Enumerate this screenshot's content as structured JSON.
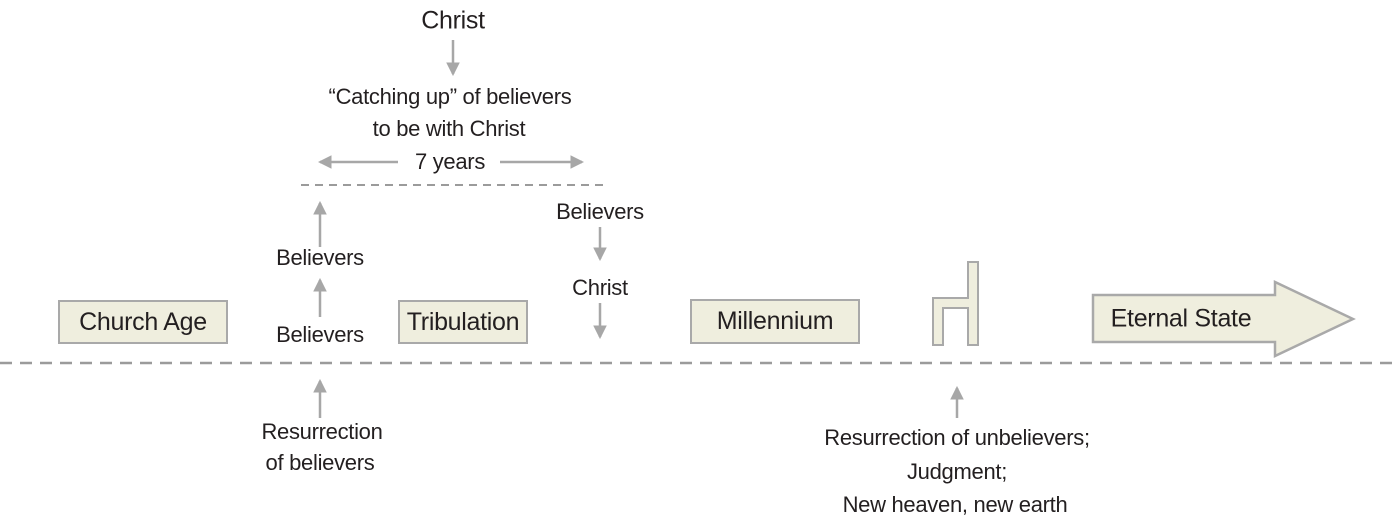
{
  "colors": {
    "shape_fill": "#efeede",
    "shape_border": "#a9a9a9",
    "arrow_gray": "#a7a7a7",
    "dash_gray": "#9b9b9b",
    "text": "#231f20"
  },
  "top_sequence": {
    "christ": "Christ",
    "catching_up_line1": "“Catching up” of believers",
    "catching_up_line2": "to be with Christ",
    "seven_years": "7 years"
  },
  "ascent_column": {
    "believers_lower": "Believers",
    "believers_upper": "Believers"
  },
  "descent_column": {
    "believers": "Believers",
    "christ": "Christ"
  },
  "timeline": {
    "church_age": "Church Age",
    "tribulation": "Tribulation",
    "millennium": "Millennium",
    "eternal_state": "Eternal State",
    "throne_icon": "throne-icon"
  },
  "annotations": {
    "resurrection_believers_line1": "Resurrection",
    "resurrection_believers_line2": "of believers",
    "final_events_line1": "Resurrection of unbelievers;",
    "final_events_line2": "Judgment;",
    "final_events_line3": "New heaven, new earth"
  }
}
